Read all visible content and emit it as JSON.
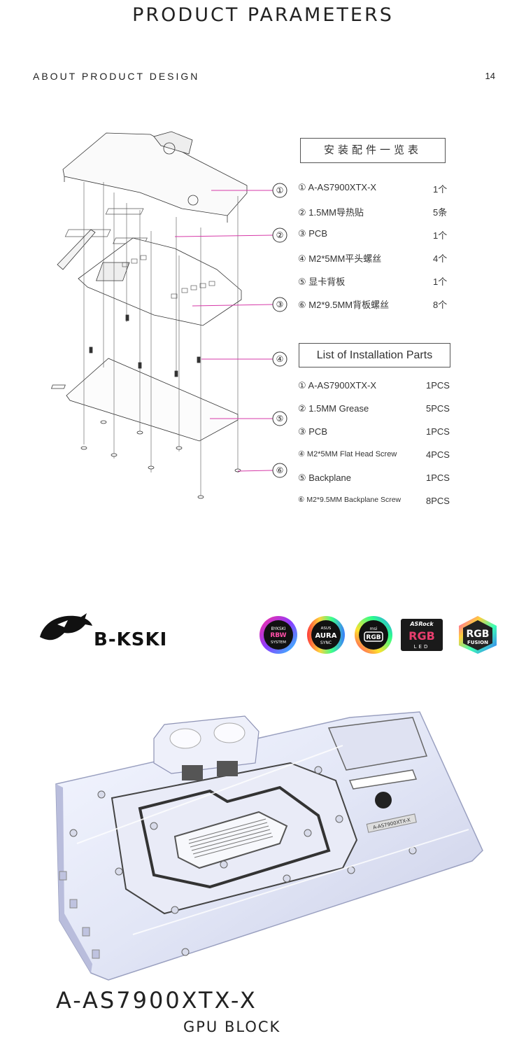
{
  "header": {
    "title": "PRODUCT PARAMETERS",
    "section_label": "ABOUT PRODUCT DESIGN",
    "page_number": "14"
  },
  "diagram": {
    "callouts": [
      "①",
      "②",
      "③",
      "④",
      "⑤",
      "⑥"
    ]
  },
  "parts_cn": {
    "title": "安装配件一览表",
    "rows": [
      {
        "name": "① A-AS7900XTX-X",
        "qty": "1个"
      },
      {
        "name": "② 1.5MM导热贴",
        "qty": "5条"
      },
      {
        "name": "③  PCB",
        "qty": "1个"
      },
      {
        "name": "④ M2*5MM平头螺丝",
        "qty": "4个"
      },
      {
        "name": "⑤  显卡背板",
        "qty": "1个"
      },
      {
        "name": "⑥ M2*9.5MM背板螺丝",
        "qty": "8个"
      }
    ]
  },
  "parts_en": {
    "title": "List of Installation Parts",
    "rows": [
      {
        "name": "① A-AS7900XTX-X",
        "qty": "1PCS"
      },
      {
        "name": "② 1.5MM Grease",
        "qty": "5PCS"
      },
      {
        "name": "③ PCB",
        "qty": "1PCS"
      },
      {
        "name": "④ M2*5MM Flat Head Screw",
        "qty": "4PCS"
      },
      {
        "name": "⑤ Backplane",
        "qty": "1PCS"
      },
      {
        "name": "⑥ M2*9.5MM Backplane Screw",
        "qty": "8PCS"
      }
    ]
  },
  "brand": {
    "name": "B-KSKI",
    "badges": [
      {
        "icon": "bykski-rbw-sync-badge",
        "line1": "BYKSKI",
        "line2": "RBW",
        "line3": "SYSTEM"
      },
      {
        "icon": "asus-aura-sync-badge",
        "line1": "ASUS",
        "line2": "AURA",
        "line3": "SYNC"
      },
      {
        "icon": "msi-rgb-badge",
        "line1": "msi",
        "line2": "RGB"
      },
      {
        "icon": "asrock-rgb-led-badge",
        "line1": "ASRock",
        "line2": "RGB",
        "line3": "LED"
      },
      {
        "icon": "rgb-fusion-badge",
        "line1": "RGB",
        "line2": "FUSION"
      }
    ]
  },
  "product": {
    "model": "A-AS7900XTX-X",
    "type": "GPU BLOCK",
    "plate_label": "A-AS7900XTX-X"
  },
  "colors": {
    "callout_line": "#d63aa8",
    "text": "#222222",
    "box_border": "#555555"
  }
}
